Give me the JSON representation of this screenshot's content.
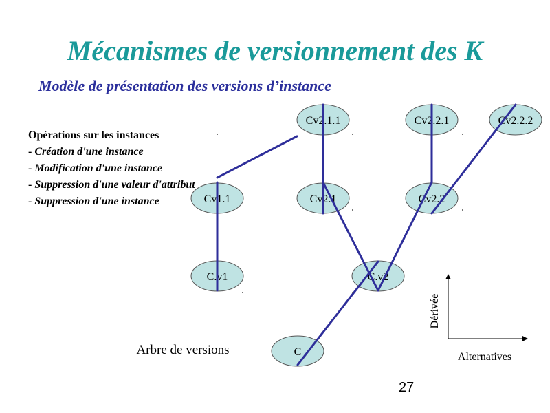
{
  "slide": {
    "title": "Mécanismes de versionnement des K",
    "subtitle": "Modèle de présentation des versions d’instance",
    "page_number": "27"
  },
  "operations": {
    "heading": "Opérations sur les instances",
    "items": [
      "Création d'une instance",
      "Modification d'une instance",
      "Suppression d'une valeur d'attribut",
      "Suppression d'une instance"
    ]
  },
  "tree": {
    "label": "Arbre de versions",
    "nodes": {
      "c": "C",
      "cv1": "C.v1",
      "cv2": "C.v2",
      "cv11": "Cv1.1",
      "cv21": "Cv2.1",
      "cv22": "Cv2.2",
      "cv211": "Cv2.1.1",
      "cv221": "Cv2.2.1",
      "cv222": "Cv2.2.2"
    }
  },
  "axes": {
    "vertical_label": "Dérivée",
    "horizontal_label": "Alternatives"
  },
  "colors": {
    "title": "#1a9a9a",
    "subtitle": "#2b2f9c",
    "node_fill": "#bfe3e3",
    "link": "#2e2e9a"
  }
}
